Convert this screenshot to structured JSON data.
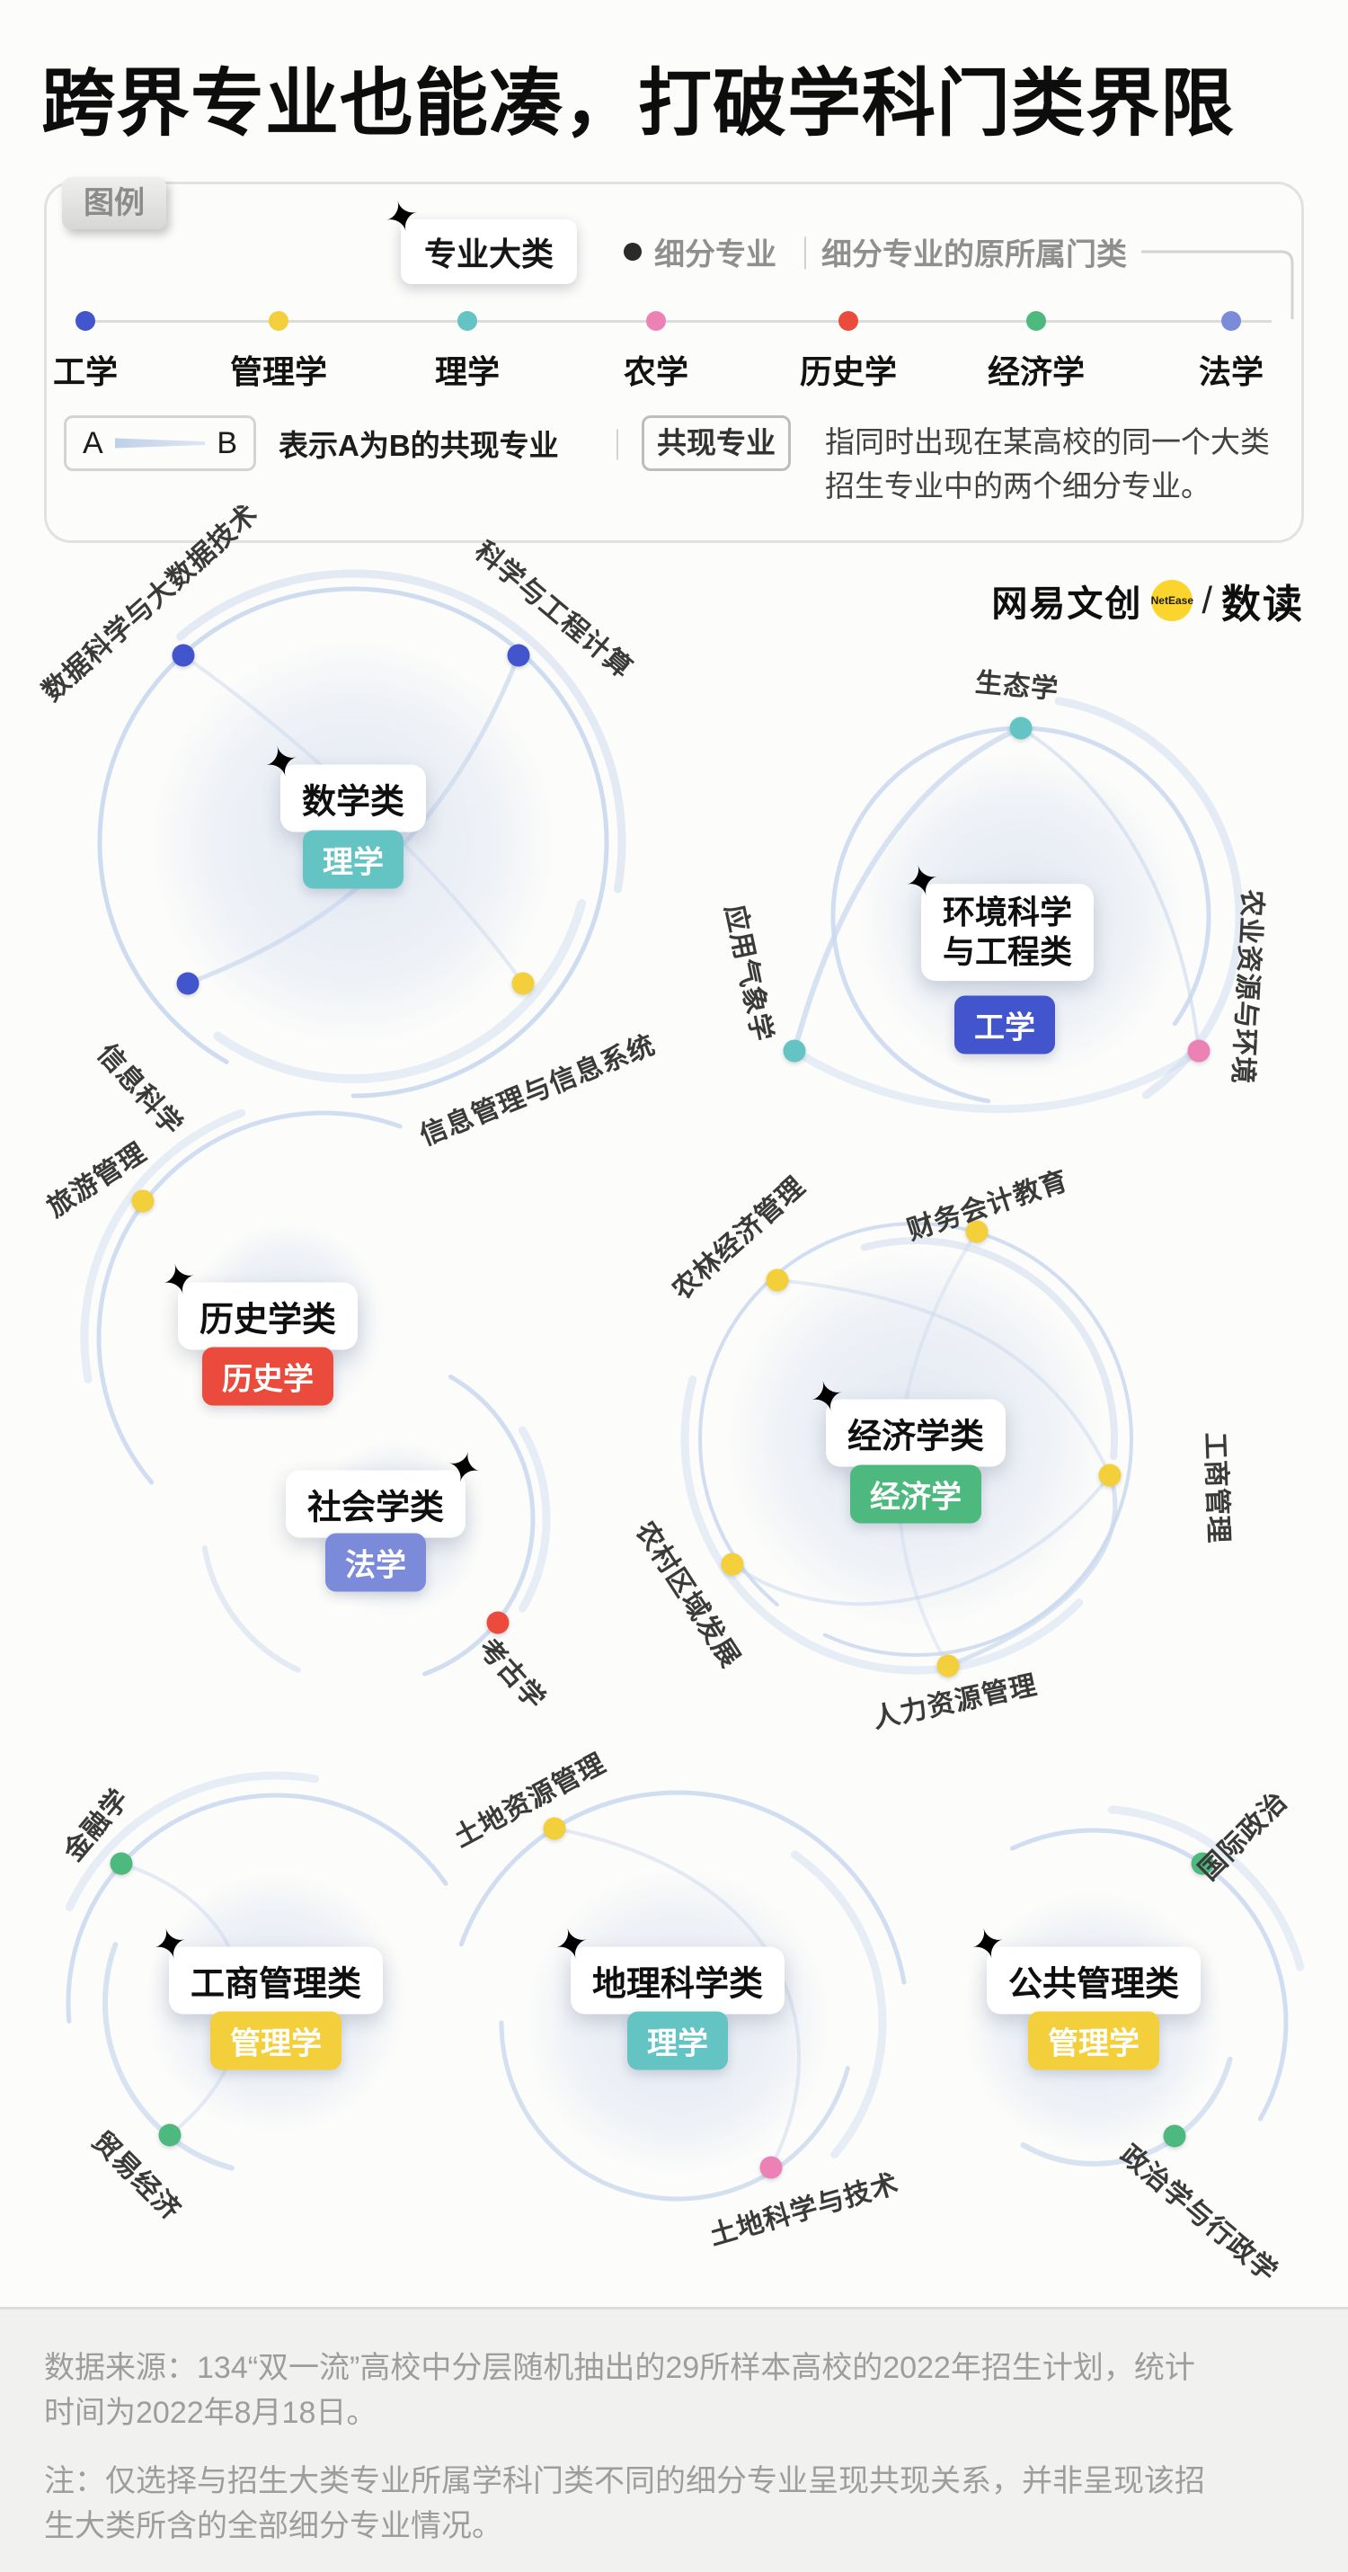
{
  "title": "跨界专业也能凑，打破学科门类界限",
  "legend": {
    "tab": "图例",
    "major": "专业大类",
    "minor": "细分专业",
    "minor_origin": "细分专业的原所属门类",
    "divider": "｜",
    "disciplines": [
      {
        "name": "工学",
        "color": "#4355CC"
      },
      {
        "name": "管理学",
        "color": "#F3CF3B"
      },
      {
        "name": "理学",
        "color": "#63C4C3"
      },
      {
        "name": "农学",
        "color": "#EC81B6"
      },
      {
        "name": "历史学",
        "color": "#EB4B3D"
      },
      {
        "name": "经济学",
        "color": "#4EB97F"
      },
      {
        "name": "法学",
        "color": "#7C8BD9"
      }
    ],
    "a": "A",
    "b": "B",
    "ab_desc": "表示A为B的共现专业",
    "term": "共现专业",
    "def1": "指同时出现在某高校的同一个大类",
    "def2": "招生专业中的两个细分专业。"
  },
  "brand": {
    "creator": "网易文创",
    "badge": "NetEase",
    "slash": "/",
    "product": "数读"
  },
  "diagrams": [
    {
      "category": "数学类",
      "discipline": "理学",
      "discipline_color": "#63C4C3",
      "nodes": [
        {
          "label": "数据科学与大数据技术",
          "color": "#4355CC"
        },
        {
          "label": "科学与工程计算",
          "color": "#4355CC"
        },
        {
          "label": "信息科学",
          "color": "#4355CC"
        },
        {
          "label": "信息管理与信息系统",
          "color": "#F3CF3B"
        }
      ]
    },
    {
      "category_line1": "环境科学",
      "category_line2": "与工程类",
      "discipline": "工学",
      "discipline_color": "#4355CC",
      "nodes": [
        {
          "label": "生态学",
          "color": "#63C4C3"
        },
        {
          "label": "应用气象学",
          "color": "#63C4C3"
        },
        {
          "label": "农业资源与环境",
          "color": "#EC81B6"
        }
      ]
    },
    {
      "category": "历史学类",
      "discipline": "历史学",
      "discipline_color": "#EB4B3D",
      "nodes": [
        {
          "label": "旅游管理",
          "color": "#F3CF3B"
        }
      ]
    },
    {
      "category": "经济学类",
      "discipline": "经济学",
      "discipline_color": "#4EB97F",
      "nodes": [
        {
          "label": "财务会计教育",
          "color": "#F3CF3B"
        },
        {
          "label": "农林经济管理",
          "color": "#F3CF3B"
        },
        {
          "label": "工商管理",
          "color": "#F3CF3B"
        },
        {
          "label": "农村区域发展",
          "color": "#F3CF3B"
        },
        {
          "label": "人力资源管理",
          "color": "#F3CF3B"
        }
      ]
    },
    {
      "category": "社会学类",
      "discipline": "法学",
      "discipline_color": "#7C8BD9",
      "nodes": [
        {
          "label": "考古学",
          "color": "#EB4B3D"
        }
      ]
    },
    {
      "category": "工商管理类",
      "discipline": "管理学",
      "discipline_color": "#F3CF3B",
      "nodes": [
        {
          "label": "金融学",
          "color": "#4EB97F"
        },
        {
          "label": "贸易经济",
          "color": "#4EB97F"
        }
      ]
    },
    {
      "category": "地理科学类",
      "discipline": "理学",
      "discipline_color": "#63C4C3",
      "nodes": [
        {
          "label": "土地资源管理",
          "color": "#F3CF3B"
        },
        {
          "label": "土地科学与技术",
          "color": "#EC81B6"
        }
      ]
    },
    {
      "category": "公共管理类",
      "discipline": "管理学",
      "discipline_color": "#F3CF3B",
      "nodes": [
        {
          "label": "国际政治",
          "color": "#4EB97F"
        },
        {
          "label": "政治学与行政学",
          "color": "#4EB97F"
        }
      ]
    }
  ],
  "footer": {
    "source_line1": "数据来源：134“双一流”高校中分层随机抽出的29所样本高校的2022年招生计划，统计",
    "source_line2": "时间为2022年8月18日。",
    "note_line1": "注：仅选择与招生大类专业所属学科门类不同的细分专业呈现共现关系，并非呈现该招",
    "note_line2": "生大类所含的全部细分专业情况。"
  }
}
